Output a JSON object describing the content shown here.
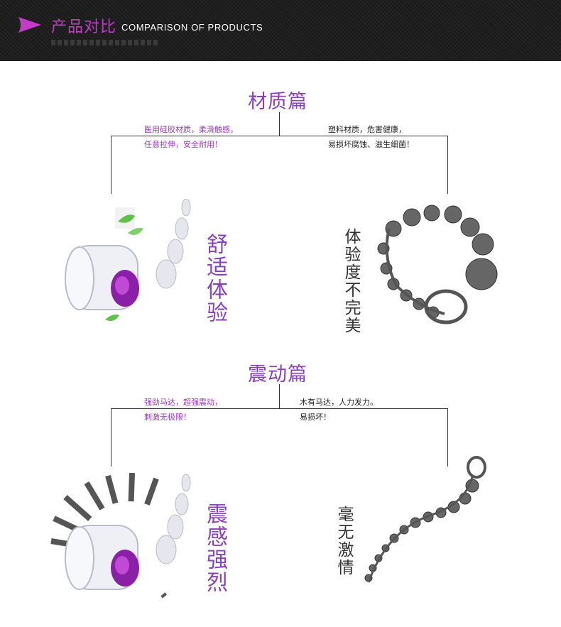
{
  "header": {
    "title_cn": "产品对比",
    "title_en": "COMPARISON OF PRODUCTS",
    "accent": "#c23cc8"
  },
  "sections": [
    {
      "title": "材质篇",
      "left_note": [
        "医用硅胶材质，柔滑触感，",
        "任意拉伸，安全耐用！"
      ],
      "right_note": [
        "塑料材质，危害健康，",
        "易损坏腐蚀、滋生细菌！"
      ],
      "left_caption": "舒适体验",
      "right_caption": "体验度不完美"
    },
    {
      "title": "震动篇",
      "left_note": [
        "强劲马达，超强震动，",
        "刺激无极限！"
      ],
      "right_note": [
        "木有马达，人力发力。",
        "易损坏！"
      ],
      "left_caption": "震感强烈",
      "right_caption": "毫无激情"
    }
  ],
  "colors": {
    "purple": "#8a3ec2",
    "dark_text": "#222222",
    "header_bg": "#1a1a1a"
  },
  "icons": [
    "play-arrow-icon",
    "silicone-product-image",
    "plastic-beads-image",
    "vibration-rays-icon",
    "leaf-icon"
  ]
}
